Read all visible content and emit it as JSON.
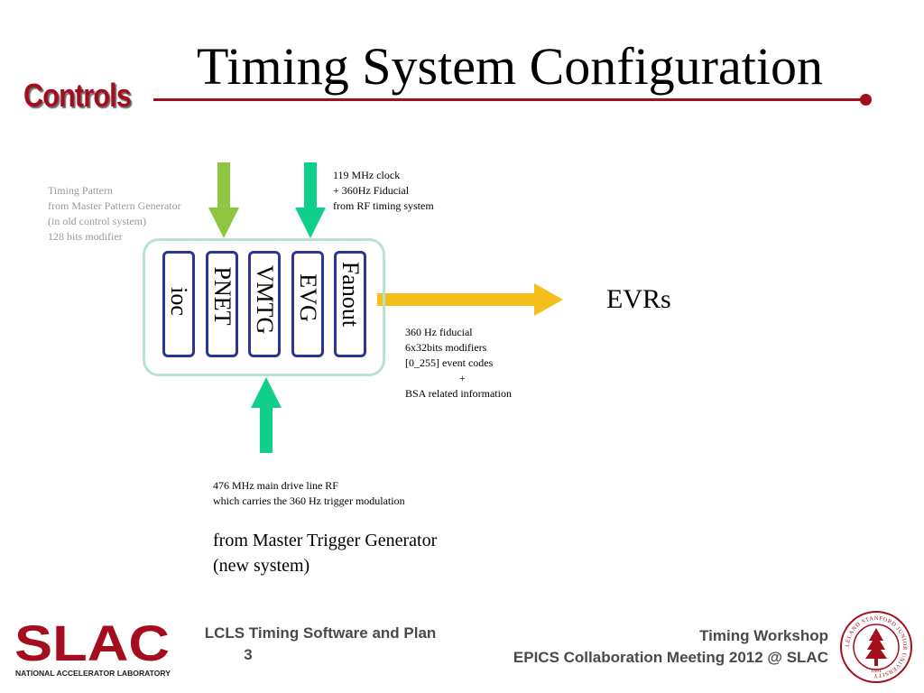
{
  "slide": {
    "title": "Timing System Configuration",
    "section_logo": "Controls",
    "colors": {
      "brand_red": "#a30d1d",
      "module_border": "#2b3596",
      "rack_border": "#b8e3cf",
      "arrow_light_green": "#8dc63f",
      "arrow_teal": "#0fcf8a",
      "arrow_gold": "#f4bf1a"
    }
  },
  "diagram": {
    "input_pattern_note": [
      "Timing Pattern",
      "from Master Pattern Generator",
      "(in old control system)",
      "128 bits modifier"
    ],
    "input_clock_note": [
      "119 MHz clock",
      "+ 360Hz Fiducial",
      "from RF timing system"
    ],
    "modules": [
      "ioc",
      "PNET",
      "VMTG",
      "EVG",
      "Fanout"
    ],
    "output_label": "EVRs",
    "output_note": [
      "360 Hz fiducial",
      "6x32bits  modifiers",
      "[0_255] event codes",
      "+",
      "BSA related information"
    ],
    "input_rf_note": [
      "476 MHz main drive line RF",
      "which carries the 360 Hz trigger modulation"
    ],
    "source_note": [
      "from Master Trigger Generator",
      "(new system)"
    ]
  },
  "footer": {
    "slac_logo": "SLAC",
    "slac_tagline": "NATIONAL ACCELERATOR LABORATORY",
    "center_title": "LCLS Timing Software and Plan",
    "page_number": "3",
    "right_line1": "Timing Workshop",
    "right_line2": "EPICS Collaboration Meeting 2012 @ SLAC",
    "seal_text": "LELAND STANFORD JUNIOR UNIVERSITY",
    "seal_year": "1891"
  }
}
